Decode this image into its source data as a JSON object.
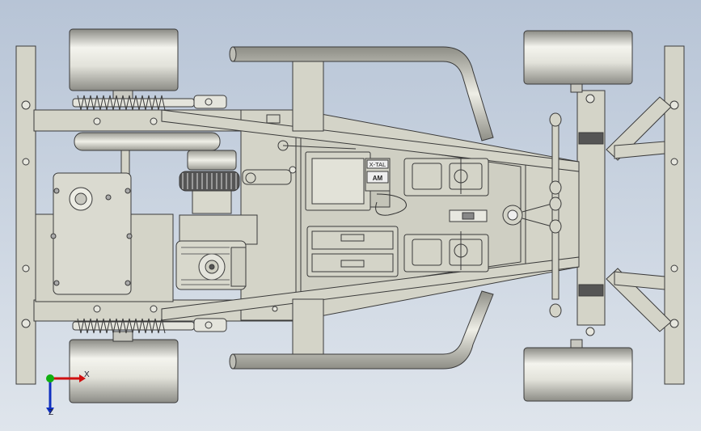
{
  "viewport": {
    "background_top": "#b7c4d6",
    "background_bottom": "#dfe5ec",
    "part_fill": "#d4d4c8",
    "edge_color": "#3a3a3a"
  },
  "labels": {
    "crystal": "X-TAL",
    "band": "AM"
  },
  "triad": {
    "x_label": "X",
    "z_label": "Z",
    "x_color": "#d01010",
    "y_color": "#10b010",
    "z_color": "#1030c0"
  }
}
